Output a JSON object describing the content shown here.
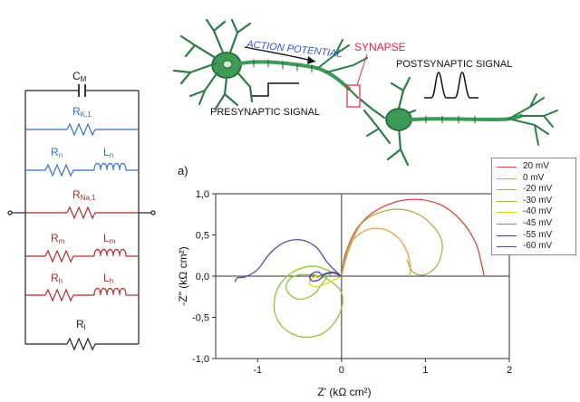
{
  "circuit": {
    "cm_label": "C",
    "cm_sub": "M",
    "rk_label": "R",
    "rk_sub": "K,1",
    "rn_label": "R",
    "rn_sub": "n",
    "ln_label": "L",
    "ln_sub": "n",
    "rna_label": "R",
    "rna_sub": "Na,1",
    "rm_label": "R",
    "rm_sub": "m",
    "lm_label": "L",
    "lm_sub": "m",
    "rh_label": "R",
    "rh_sub": "h",
    "lh_label": "L",
    "lh_sub": "h",
    "rl_label": "R",
    "rl_sub": "l",
    "colors": {
      "blue": "#2f6fd6",
      "red": "#b52a2a",
      "black": "#222222"
    }
  },
  "neuron": {
    "action_potential": "ACTION POTENTIAL",
    "synapse": "SYNAPSE",
    "presynaptic": "PRESYNAPTIC SIGNAL",
    "postsynaptic": "POSTSYNAPTIC SIGNAL",
    "colors": {
      "neuron": "#2e7d46",
      "action": "#2f4fd6",
      "synapse": "#e0224e"
    }
  },
  "chart_data": {
    "type": "line",
    "panel_label": "a)",
    "xlabel": "Z' (kΩ cm²)",
    "ylabel": "-Z\" (kΩ cm²)",
    "xlim": [
      -1.5,
      2
    ],
    "ylim": [
      -1.0,
      1.0
    ],
    "x_ticks": [
      -1,
      0,
      1,
      2
    ],
    "x_tick_labels": [
      "-1",
      "0",
      "1",
      "2"
    ],
    "y_ticks": [
      1.0,
      0.5,
      0.0,
      -0.5,
      -1.0
    ],
    "y_tick_labels": [
      "1,0",
      "0,5",
      "0,0",
      "-0,5",
      "-1,0"
    ],
    "series": [
      {
        "name": "20 mV",
        "color": "#d9473a",
        "points": [
          [
            0,
            0
          ],
          [
            0.05,
            0.28
          ],
          [
            0.2,
            0.6
          ],
          [
            0.45,
            0.82
          ],
          [
            0.8,
            0.93
          ],
          [
            1.15,
            0.88
          ],
          [
            1.42,
            0.68
          ],
          [
            1.6,
            0.4
          ],
          [
            1.68,
            0.1
          ],
          [
            1.7,
            0.0
          ]
        ]
      },
      {
        "name": "0 mV",
        "color": "#f0a040",
        "points": [
          [
            0,
            0
          ],
          [
            0.04,
            0.2
          ],
          [
            0.12,
            0.42
          ],
          [
            0.3,
            0.56
          ],
          [
            0.5,
            0.57
          ],
          [
            0.67,
            0.47
          ],
          [
            0.78,
            0.3
          ],
          [
            0.82,
            0.12
          ],
          [
            0.81,
            0.0
          ]
        ]
      },
      {
        "name": "-20 mV",
        "color": "#b0b04a",
        "points": [
          [
            0,
            0
          ],
          [
            0.08,
            0.3
          ],
          [
            0.25,
            0.65
          ],
          [
            0.55,
            0.8
          ],
          [
            0.85,
            0.78
          ],
          [
            1.08,
            0.62
          ],
          [
            1.2,
            0.4
          ],
          [
            1.15,
            0.15
          ],
          [
            1.0,
            0.02
          ],
          [
            0.85,
            0.05
          ],
          [
            0.78,
            0.2
          ]
        ]
      },
      {
        "name": "-30 mV",
        "color": "#8cc63f",
        "points": [
          [
            0,
            0
          ],
          [
            -0.1,
            0.05
          ],
          [
            -0.2,
            -0.05
          ],
          [
            -0.33,
            -0.22
          ],
          [
            -0.5,
            -0.28
          ],
          [
            -0.62,
            -0.22
          ],
          [
            -0.66,
            -0.12
          ],
          [
            -0.6,
            -0.02
          ],
          [
            -0.45,
            0.02
          ],
          [
            -0.2,
            -0.02
          ],
          [
            0.0,
            -0.2
          ],
          [
            -0.02,
            -0.45
          ],
          [
            -0.2,
            -0.68
          ],
          [
            -0.45,
            -0.74
          ],
          [
            -0.68,
            -0.64
          ],
          [
            -0.8,
            -0.42
          ],
          [
            -0.76,
            -0.15
          ],
          [
            -0.58,
            0.05
          ],
          [
            -0.32,
            0.12
          ],
          [
            -0.05,
            0.02
          ]
        ]
      },
      {
        "name": "-40 mV",
        "color": "#e8d020",
        "points": [
          [
            0,
            0
          ],
          [
            -0.08,
            -0.04
          ],
          [
            -0.2,
            -0.1
          ],
          [
            -0.3,
            -0.13
          ],
          [
            -0.38,
            -0.1
          ],
          [
            -0.37,
            -0.04
          ],
          [
            -0.3,
            0.0
          ],
          [
            -0.2,
            0.0
          ]
        ]
      },
      {
        "name": "-45 mV",
        "color": "#6a9a6a",
        "points": [
          [
            0,
            0
          ],
          [
            -0.05,
            0.03
          ],
          [
            -0.12,
            0.05
          ],
          [
            -0.2,
            0.03
          ],
          [
            -0.26,
            0.0
          ],
          [
            -0.3,
            -0.02
          ]
        ]
      },
      {
        "name": "-55 mV",
        "color": "#4a3aa0",
        "points": [
          [
            -0.22,
            0.0
          ],
          [
            -0.28,
            0.05
          ],
          [
            -0.35,
            0.03
          ],
          [
            -0.38,
            -0.02
          ],
          [
            -0.34,
            -0.06
          ],
          [
            -0.26,
            -0.04
          ],
          [
            -0.2,
            0.02
          ],
          [
            -0.1,
            0.04
          ],
          [
            0.0,
            0.0
          ]
        ]
      },
      {
        "name": "-60 mV",
        "color": "#5a4a9a",
        "points": [
          [
            -1.27,
            -0.07
          ],
          [
            -1.24,
            -0.02
          ],
          [
            -1.15,
            -0.01
          ],
          [
            -1.0,
            0.08
          ],
          [
            -0.85,
            0.28
          ],
          [
            -0.68,
            0.41
          ],
          [
            -0.48,
            0.44
          ],
          [
            -0.3,
            0.35
          ],
          [
            -0.18,
            0.18
          ],
          [
            -0.08,
            0.07
          ],
          [
            0.0,
            0.0
          ]
        ]
      }
    ]
  }
}
